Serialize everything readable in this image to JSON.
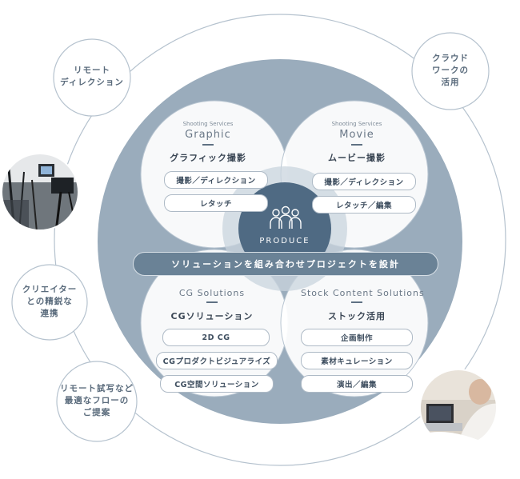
{
  "outer_items": {
    "remote_direction": [
      "リモート",
      "ディレクション"
    ],
    "cloud_work": [
      "クラウド",
      "ワークの",
      "活用"
    ],
    "creator_network": [
      "クリエイター",
      "との精鋭な",
      "連携"
    ],
    "remote_proposal": [
      "リモート試写など",
      "最適なフローの",
      "ご提案"
    ]
  },
  "quadrants": {
    "graphic": {
      "service": "Shooting Services",
      "title_en": "Graphic",
      "title_ja": "グラフィック撮影",
      "items": [
        "撮影／ディレクション",
        "レタッチ"
      ]
    },
    "movie": {
      "service": "Shooting Services",
      "title_en": "Movie",
      "title_ja": "ムービー撮影",
      "items": [
        "撮影／ディレクション",
        "レタッチ／編集"
      ]
    },
    "cg": {
      "title_en": "CG Solutions",
      "title_ja": "CGソリューション",
      "items": [
        "2D CG",
        "CGプロダクトビジュアライズ",
        "CG空間ソリューション"
      ]
    },
    "stock": {
      "title_en": "Stock Content Solutions",
      "title_ja": "ストック活用",
      "items": [
        "企画制作",
        "素材キュレーション",
        "演出／編集"
      ]
    }
  },
  "center": {
    "label": "PRODUCE"
  },
  "banner": {
    "text": "ソリューションを組み合わせプロジェクトを設計"
  },
  "colors": {
    "big_circle": "#9aacbc",
    "center_circle": "#4f6a83",
    "banner": "#6a8296",
    "line": "#a7b6c4"
  },
  "icons": {
    "center": "team-people-icon",
    "photo_left": "photo-studio-equipment",
    "photo_right": "photo-remote-meeting"
  }
}
